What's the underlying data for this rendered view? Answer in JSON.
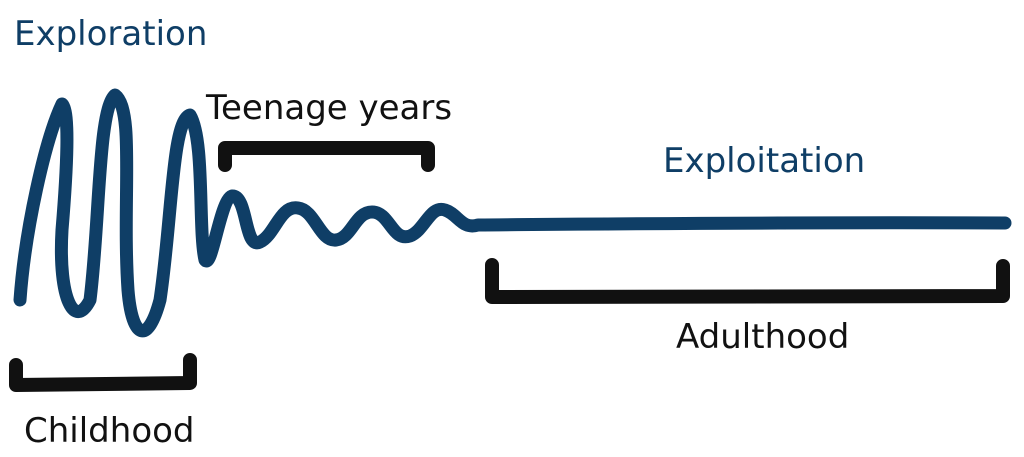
{
  "labels": {
    "exploration": "Exploration",
    "exploitation": "Exploitation",
    "teenage_years": "Teenage years",
    "childhood": "Childhood",
    "adulthood": "Adulthood"
  },
  "colors": {
    "curve": "#0f3e66",
    "phase_text": "#0f3e66",
    "bracket": "#111111",
    "stage_text": "#111111",
    "background": "#ffffff"
  }
}
